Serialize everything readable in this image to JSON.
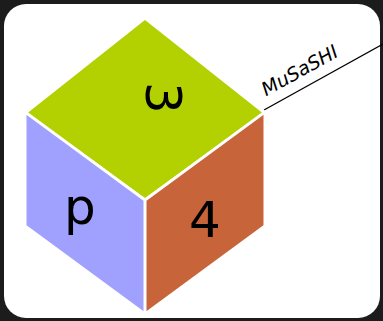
{
  "diagram": {
    "nodes": [
      {
        "text": [
          "3"
        ]
      },
      {
        "text": [
          "d"
        ]
      },
      {
        "text": [
          "4"
        ]
      }
    ],
    "labels": [
      "MuSaSHI"
    ]
  }
}
